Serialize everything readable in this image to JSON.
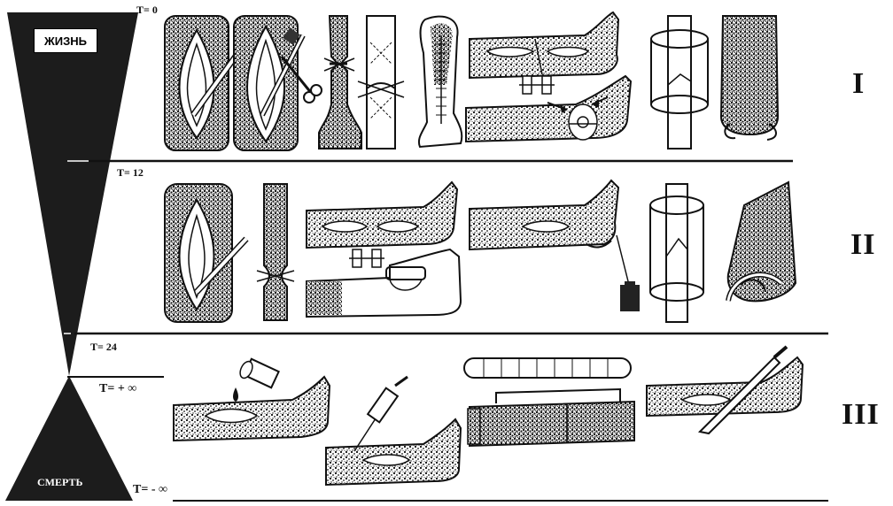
{
  "left_scale": {
    "life_label": "ЖИЗНЬ",
    "death_label": "СМЕРТЬ",
    "colors": {
      "fill": "#1c1c1c",
      "paper": "#ffffff"
    }
  },
  "time_marks": [
    {
      "id": "t0",
      "text": "T= 0"
    },
    {
      "id": "t12",
      "text": "T= 12"
    },
    {
      "id": "t24",
      "text": "T= 24"
    },
    {
      "id": "tinf",
      "text": "T= + ∞"
    },
    {
      "id": "tneginf",
      "text": "T= - ∞"
    }
  ],
  "rows": [
    {
      "id": "row-1",
      "label": "I"
    },
    {
      "id": "row-2",
      "label": "II"
    },
    {
      "id": "row-3",
      "label": "III"
    }
  ]
}
